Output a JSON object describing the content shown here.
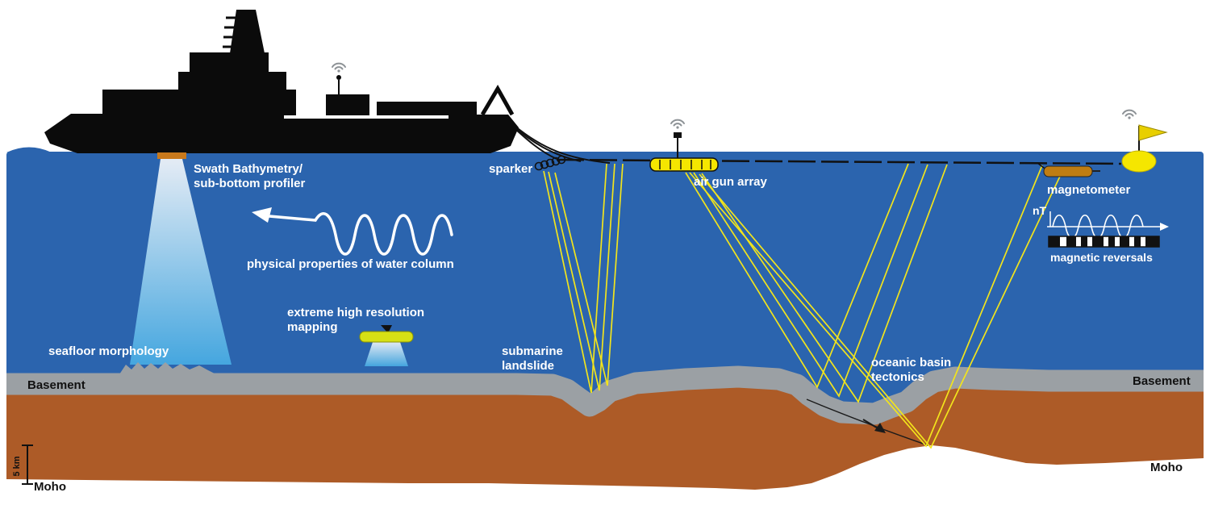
{
  "colors": {
    "water": "#2b64ae",
    "basement_gray": "#9ba0a4",
    "crust_brown": "#ad5b27",
    "ray_yellow": "#f2e41c",
    "device_yellow": "#f5e600",
    "magnetometer_orange": "#bf7d12",
    "beam_blue": "#49b0e6",
    "ship_black": "#0b0b0b"
  },
  "labels": {
    "swath1": "Swath Bathymetry/",
    "swath2": "sub-bottom profiler",
    "water_column": "physical properties of water column",
    "seafloor_morphology": "seafloor morphology",
    "high_res1": "extreme high resolution",
    "high_res2": "mapping",
    "sparker": "sparker",
    "air_gun": "air gun array",
    "submarine1": "submarine",
    "submarine2": "landslide",
    "oceanic1": "oceanic basin",
    "oceanic2": "tectonics",
    "magnetometer": "magnetometer",
    "nt": "nT",
    "magnetic_reversals": "magnetic reversals",
    "basement_left": "Basement",
    "basement_right": "Basement",
    "moho_left": "Moho",
    "moho_right": "Moho",
    "scale": "5 km"
  }
}
